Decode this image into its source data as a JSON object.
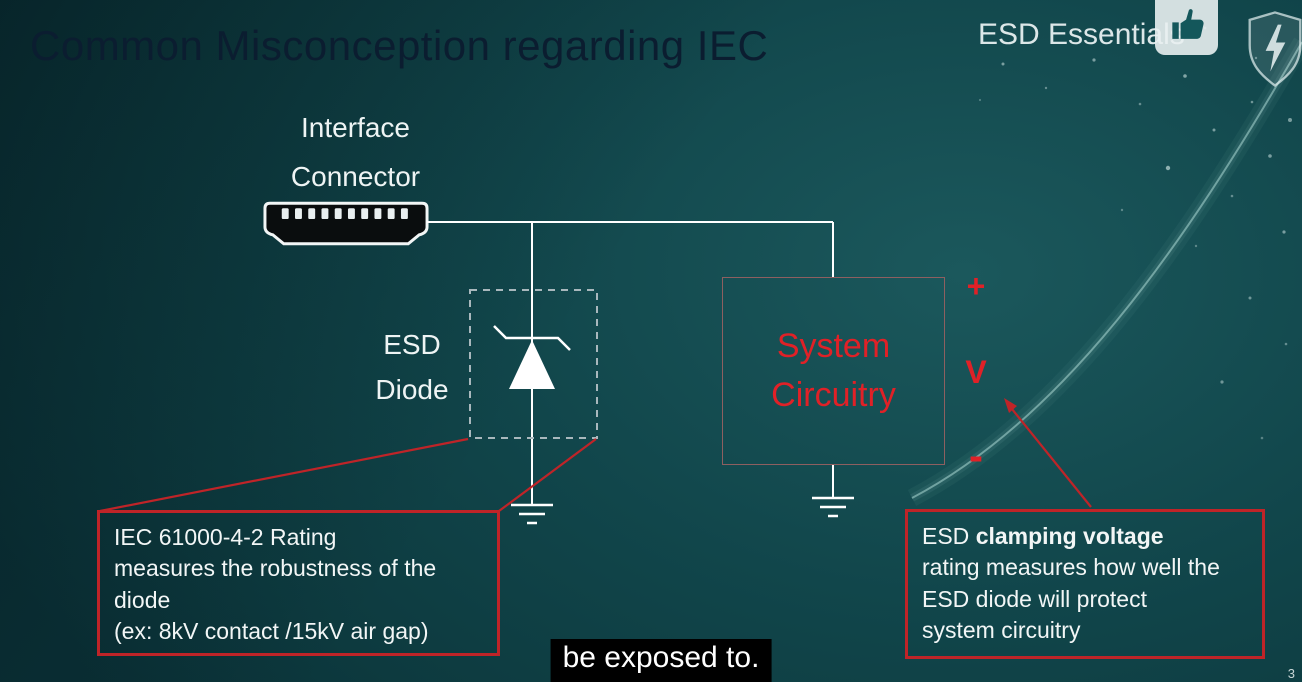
{
  "title": "Common Misconception regarding IEC",
  "brand": "ESD Essentials",
  "diagram": {
    "interface_connector_label": "Interface\nConnector",
    "esd_diode_label": "ESD\nDiode",
    "system_circuitry_label": "System\nCircuitry",
    "plus_sign": "+",
    "voltage_label": "V",
    "minus_sign": "-"
  },
  "callouts": {
    "iec_rating": {
      "text": "IEC 61000-4-2 Rating\nmeasures the robustness of the\ndiode\n(ex: 8kV contact /15kV air gap)"
    },
    "clamping_voltage": {
      "prefix": "ESD ",
      "bold": "clamping voltage",
      "rest": "rating measures how well the\nESD diode will protect\nsystem circuitry"
    }
  },
  "caption": "be exposed to.",
  "page_number": "3",
  "icons": {
    "thumbs_up": "thumbs-up",
    "shield": "shield-with-lightning-bolt",
    "connector": "hdmi-interface-connector"
  },
  "colors": {
    "accent_red": "#bf2428",
    "label_red": "#e02127",
    "title_navy": "#0b1d30",
    "background_teal": "#11464b",
    "wire_white": "#ffffff"
  }
}
